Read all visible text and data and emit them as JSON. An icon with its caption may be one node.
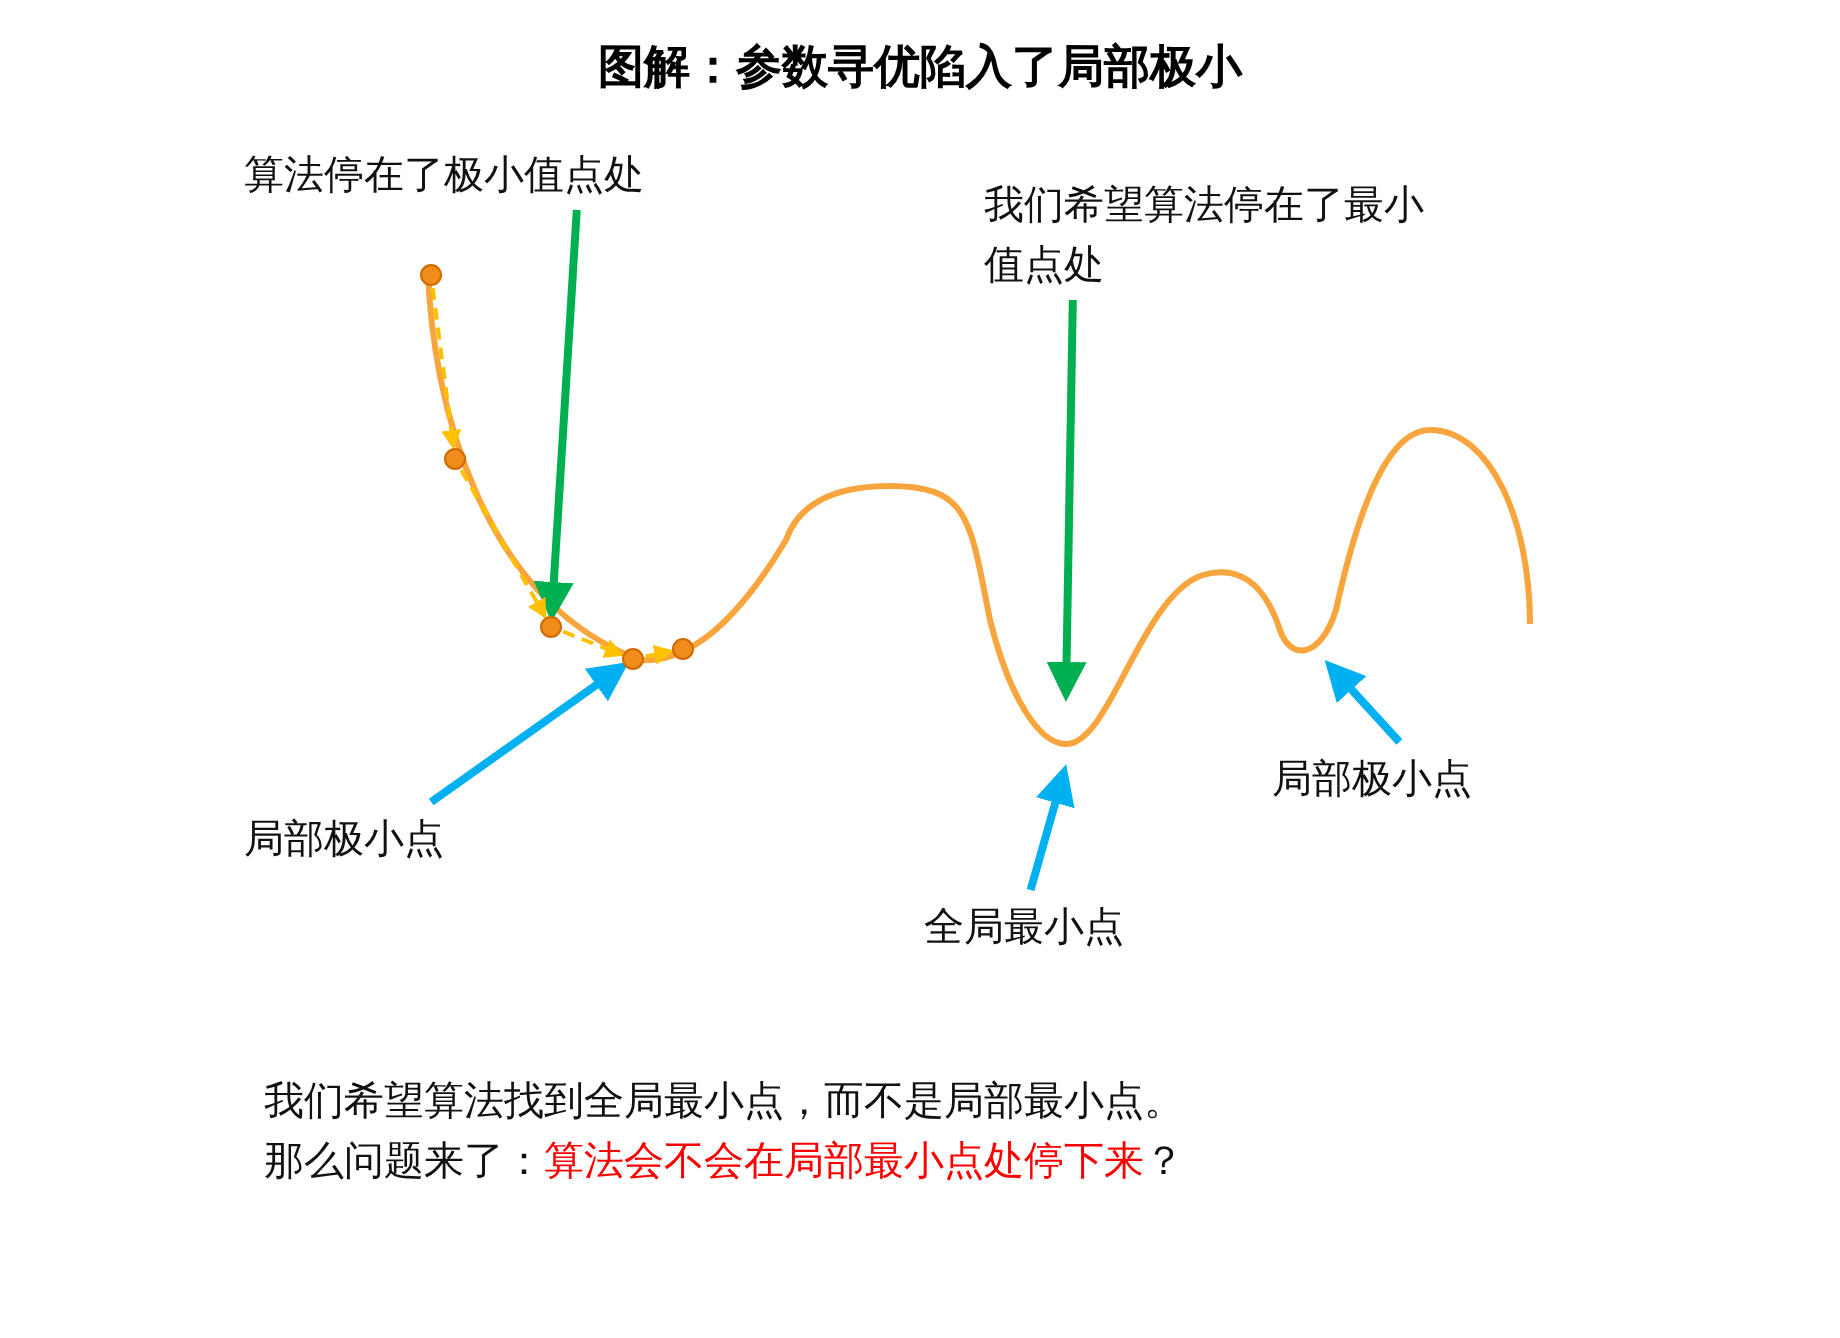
{
  "diagram": {
    "title": "图解：参数寻优陷入了局部极小",
    "nodes": [
      {
        "text": [
          "算法停在了极小值点处"
        ]
      },
      {
        "text": [
          "我们希望算法停在了最小值点处"
        ]
      },
      {
        "text": [
          "局部极小点"
        ]
      },
      {
        "text": [
          "全局最小点"
        ]
      },
      {
        "text": [
          "局部极小点"
        ]
      },
      {
        "text": [],
        "shape": "circle"
      },
      {
        "text": [],
        "shape": "circle"
      },
      {
        "text": [],
        "shape": "circle"
      },
      {
        "text": [],
        "shape": "circle"
      },
      {
        "text": [],
        "shape": "circle"
      }
    ],
    "edges": [
      {
        "from": 0,
        "to": 7,
        "arrow": "to",
        "color": "#00b050"
      },
      {
        "from": 1,
        "to": null,
        "arrow": "to",
        "color": "#00b050"
      },
      {
        "from": 2,
        "to": 8,
        "arrow": "to",
        "color": "#00b0f0"
      },
      {
        "from": 3,
        "to": null,
        "arrow": "to",
        "color": "#00b0f0"
      },
      {
        "from": 4,
        "to": null,
        "arrow": "to",
        "color": "#00b0f0"
      },
      {
        "from": 5,
        "to": 6,
        "arrow": "to",
        "style": "dashed",
        "color": "#ffc000"
      },
      {
        "from": 6,
        "to": 7,
        "arrow": "to",
        "style": "dashed",
        "color": "#ffc000"
      },
      {
        "from": 7,
        "to": 8,
        "arrow": "to",
        "style": "dashed",
        "color": "#ffc000"
      },
      {
        "from": 8,
        "to": 9,
        "arrow": "to",
        "style": "dashed",
        "color": "#ffc000"
      }
    ],
    "labels": [
      "我们希望算法找到全局最小点，而不是局部最小点。",
      "那么问题来了：",
      "算法会不会在局部最小点处停下来",
      "？"
    ]
  }
}
